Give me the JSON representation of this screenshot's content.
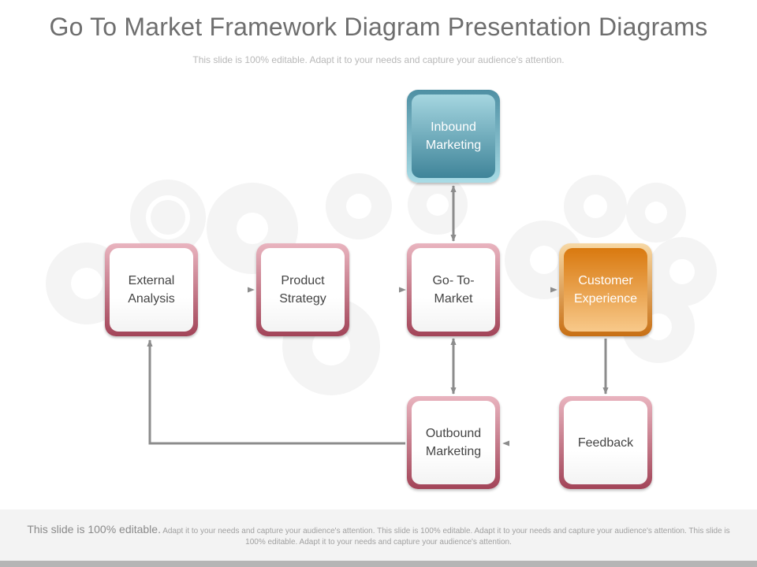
{
  "slide": {
    "title": "Go To Market Framework Diagram Presentation Diagrams",
    "subtitle": "This slide is 100% editable. Adapt it to your needs and capture your audience's attention."
  },
  "nodes": {
    "inbound": {
      "line1": "Inbound",
      "line2": "Marketing"
    },
    "external": {
      "line1": "External",
      "line2": "Analysis"
    },
    "product": {
      "line1": "Product",
      "line2": "Strategy"
    },
    "gotomarket": {
      "line1": "Go- To-",
      "line2": "Market"
    },
    "customer": {
      "line1": "Customer",
      "line2": "Experience"
    },
    "outbound": {
      "line1": "Outbound",
      "line2": "Marketing"
    },
    "feedback": {
      "line1": "Feedback"
    }
  },
  "footer": {
    "lead": "This slide is 100% editable.",
    "body": "Adapt it to your needs and capture your audience's attention. This slide is 100% editable. Adapt it to your needs and capture your audience's attention. This slide is 100% editable. Adapt it to your needs and capture your audience's attention."
  },
  "colors": {
    "pink_border": "#a24458",
    "teal": "#3f8499",
    "orange": "#d9790f",
    "arrow": "#8c8c8c",
    "gear": "#f4f4f4"
  }
}
